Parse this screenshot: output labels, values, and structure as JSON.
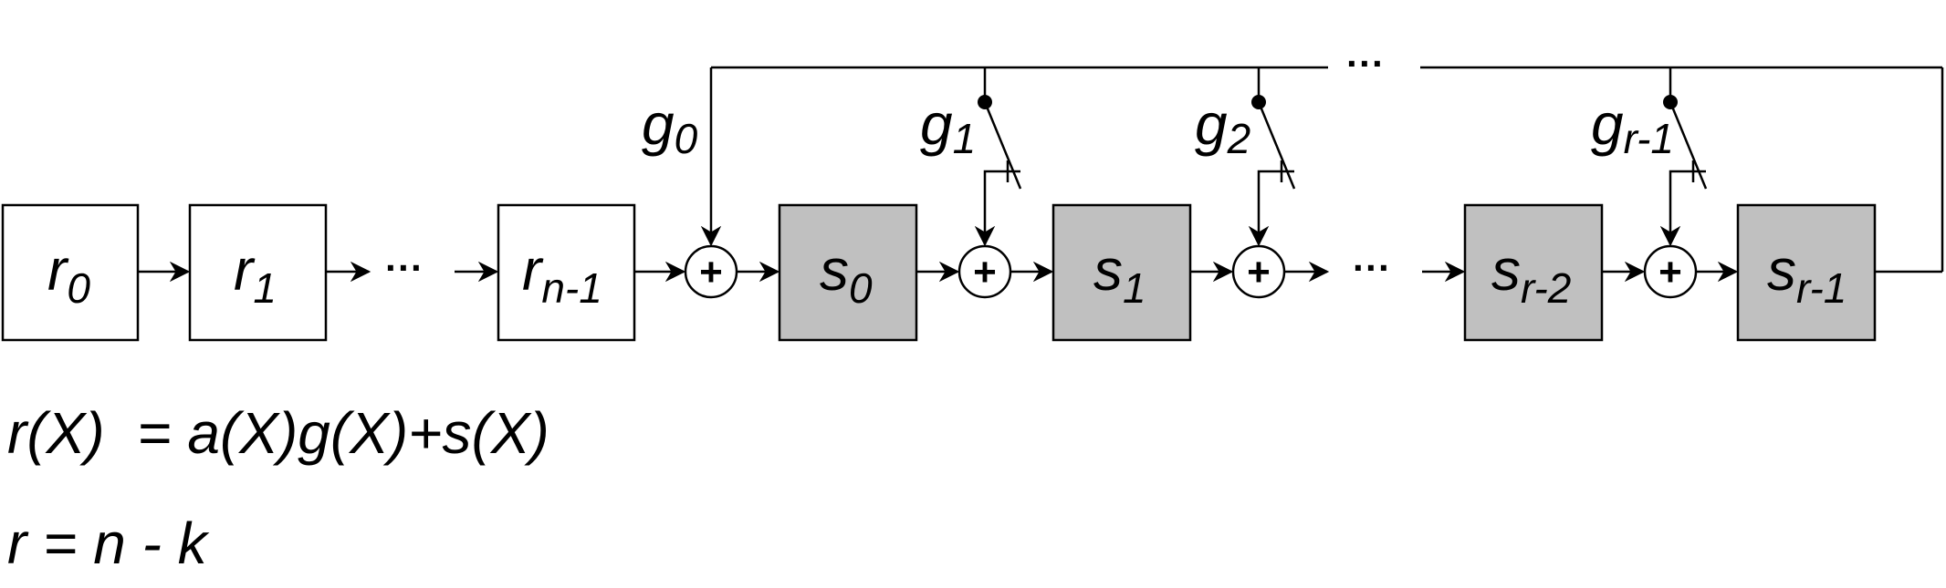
{
  "colors": {
    "input_box": "#ffffff",
    "register_box": "#c0c0c0",
    "line": "#000000"
  },
  "input_registers": [
    {
      "main": "r",
      "sub": "0"
    },
    {
      "main": "r",
      "sub": "1"
    },
    {
      "main": "r",
      "sub": "n-1"
    }
  ],
  "shift_registers": [
    {
      "main": "s",
      "sub": "0"
    },
    {
      "main": "s",
      "sub": "1"
    },
    {
      "main": "s",
      "sub": "r-2"
    },
    {
      "main": "s",
      "sub": "r-1"
    }
  ],
  "taps": [
    {
      "main": "g",
      "sub": "0",
      "switch": false
    },
    {
      "main": "g",
      "sub": "1",
      "switch": true
    },
    {
      "main": "g",
      "sub": "2",
      "switch": true
    },
    {
      "main": "g",
      "sub": "r-1",
      "switch": true
    }
  ],
  "adder_symbol": "+",
  "ellipsis": "···",
  "equations": [
    "r(X)  = a(X)g(X)+s(X)",
    "r = n - k"
  ]
}
